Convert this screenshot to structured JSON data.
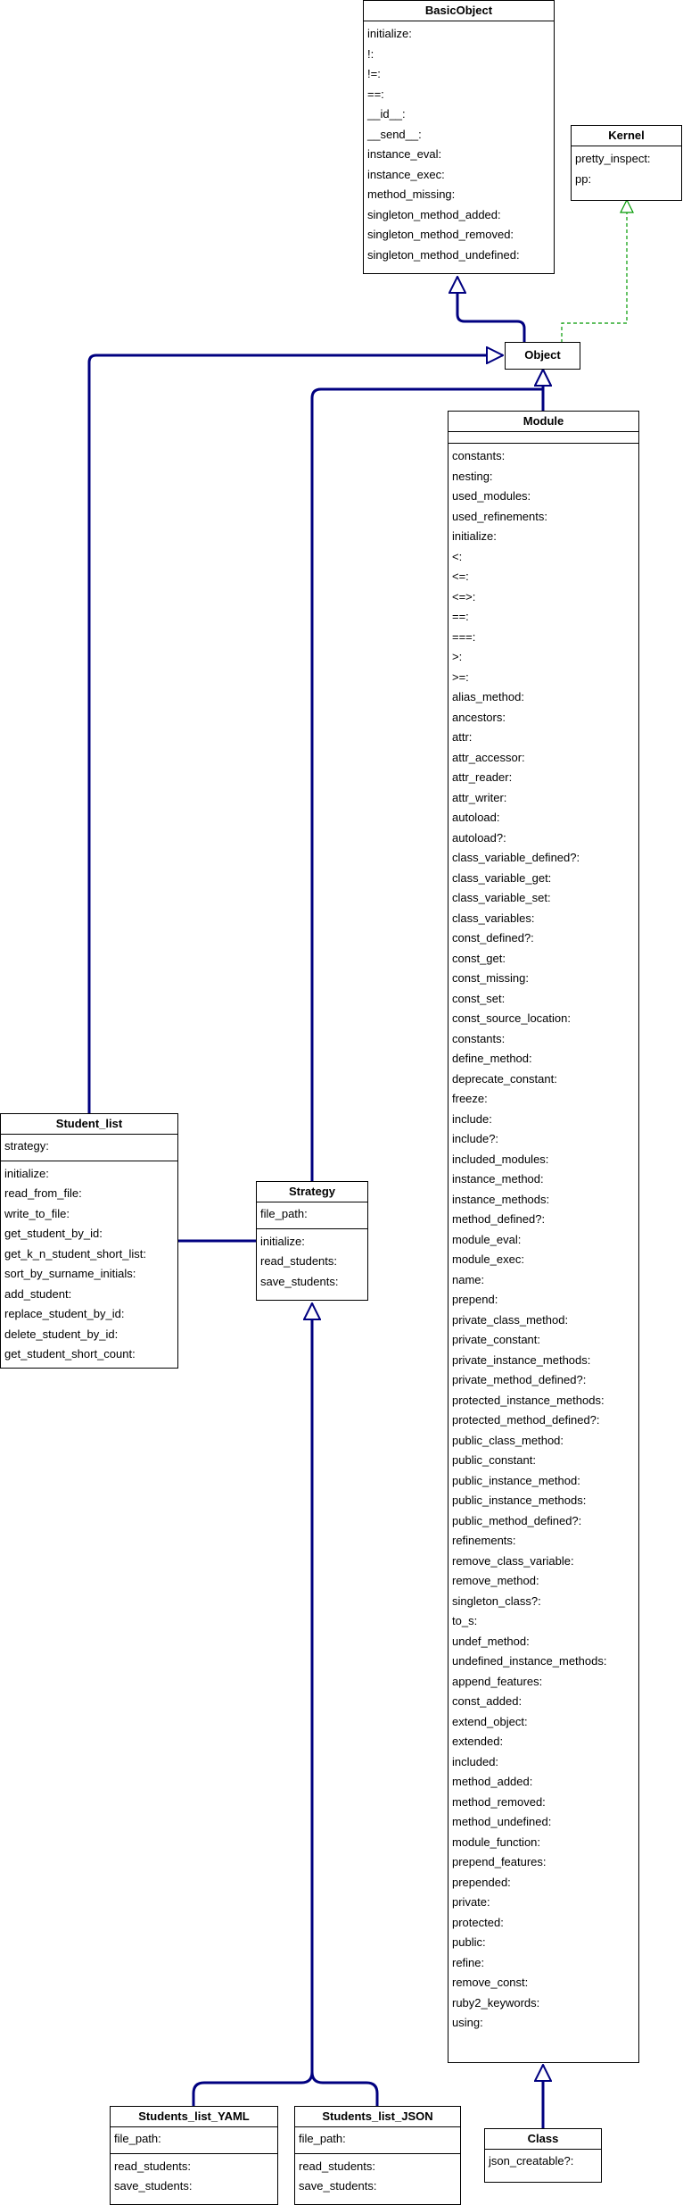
{
  "classes": {
    "basicobject": {
      "name": "BasicObject",
      "attributes": [],
      "methods": [
        "initialize:",
        "!:",
        "!=:",
        "==:",
        "__id__:",
        "__send__:",
        "instance_eval:",
        "instance_exec:",
        "method_missing:",
        "singleton_method_added:",
        "singleton_method_removed:",
        "singleton_method_undefined:"
      ]
    },
    "kernel": {
      "name": "Kernel",
      "attributes": [],
      "methods": [
        "pretty_inspect:",
        "pp:"
      ]
    },
    "object": {
      "name": "Object",
      "attributes": [],
      "methods": []
    },
    "module": {
      "name": "Module",
      "attributes": [],
      "methods": [
        "constants:",
        "nesting:",
        "used_modules:",
        "used_refinements:",
        "initialize:",
        "<:",
        "<=:",
        "<=>:",
        "==:",
        "===:",
        ">:",
        ">=:",
        "alias_method:",
        "ancestors:",
        "attr:",
        "attr_accessor:",
        "attr_reader:",
        "attr_writer:",
        "autoload:",
        "autoload?:",
        "class_variable_defined?:",
        "class_variable_get:",
        "class_variable_set:",
        "class_variables:",
        "const_defined?:",
        "const_get:",
        "const_missing:",
        "const_set:",
        "const_source_location:",
        "constants:",
        "define_method:",
        "deprecate_constant:",
        "freeze:",
        "include:",
        "include?:",
        "included_modules:",
        "instance_method:",
        "instance_methods:",
        "method_defined?:",
        "module_eval:",
        "module_exec:",
        "name:",
        "prepend:",
        "private_class_method:",
        "private_constant:",
        "private_instance_methods:",
        "private_method_defined?:",
        "protected_instance_methods:",
        "protected_method_defined?:",
        "public_class_method:",
        "public_constant:",
        "public_instance_method:",
        "public_instance_methods:",
        "public_method_defined?:",
        "refinements:",
        "remove_class_variable:",
        "remove_method:",
        "singleton_class?:",
        "to_s:",
        "undef_method:",
        "undefined_instance_methods:",
        "append_features:",
        "const_added:",
        "extend_object:",
        "extended:",
        "included:",
        "method_added:",
        "method_removed:",
        "method_undefined:",
        "module_function:",
        "prepend_features:",
        "prepended:",
        "private:",
        "protected:",
        "public:",
        "refine:",
        "remove_const:",
        "ruby2_keywords:",
        "using:"
      ]
    },
    "student_list": {
      "name": "Student_list",
      "attributes": [
        "strategy:"
      ],
      "methods": [
        "initialize:",
        "read_from_file:",
        "write_to_file:",
        "get_student_by_id:",
        "get_k_n_student_short_list:",
        "sort_by_surname_initials:",
        "add_student:",
        "replace_student_by_id:",
        "delete_student_by_id:",
        "get_student_short_count:"
      ]
    },
    "strategy": {
      "name": "Strategy",
      "attributes": [
        "file_path:"
      ],
      "methods": [
        "initialize:",
        "read_students:",
        "save_students:"
      ]
    },
    "students_list_yaml": {
      "name": "Students_list_YAML",
      "attributes": [
        "file_path:"
      ],
      "methods": [
        "read_students:",
        "save_students:"
      ]
    },
    "students_list_json": {
      "name": "Students_list_JSON",
      "attributes": [
        "file_path:"
      ],
      "methods": [
        "read_students:",
        "save_students:"
      ]
    },
    "class": {
      "name": "Class",
      "attributes": [
        "json_creatable?:"
      ],
      "methods": []
    }
  },
  "colors": {
    "inheritance": "#000080",
    "realization": "#009900",
    "border": "#000000"
  }
}
